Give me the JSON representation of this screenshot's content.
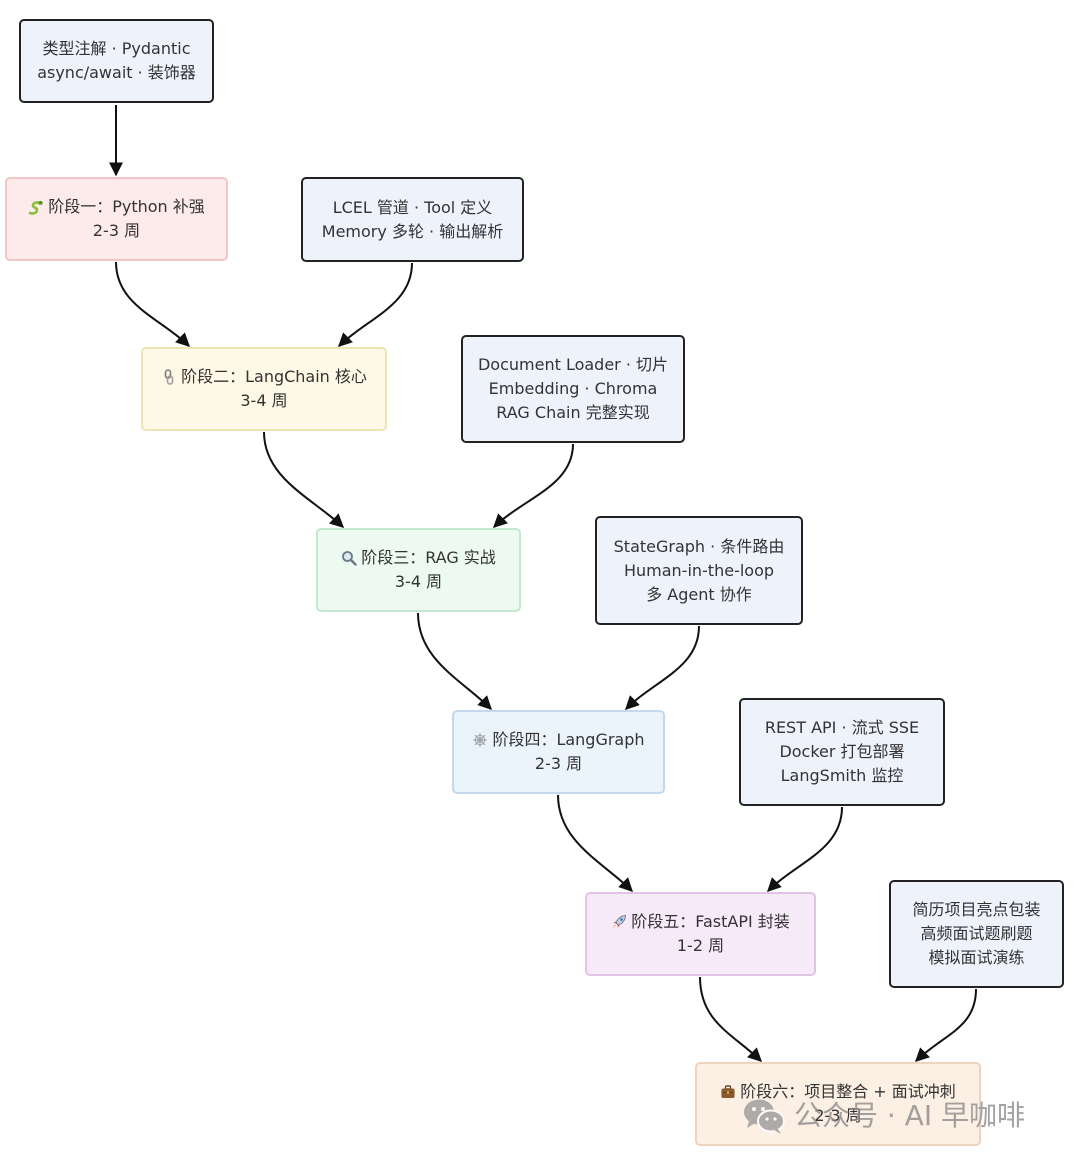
{
  "stages": [
    {
      "icon": "snake-icon",
      "title": "阶段一：Python 补强",
      "duration": "2-3 周",
      "topics": [
        "类型注解 · Pydantic",
        "async/await · 装饰器"
      ],
      "fill": "#fdeaea",
      "border": "#f3c6c5"
    },
    {
      "icon": "chain-icon",
      "title": "阶段二：LangChain 核心",
      "duration": "3-4 周",
      "topics": [
        "LCEL 管道 · Tool 定义",
        "Memory 多轮 · 输出解析"
      ],
      "fill": "#fef9e6",
      "border": "#efe3b6"
    },
    {
      "icon": "magnifier-icon",
      "title": "阶段三：RAG 实战",
      "duration": "3-4 周",
      "topics": [
        "Document Loader · 切片",
        "Embedding · Chroma",
        "RAG Chain 完整实现"
      ],
      "fill": "#ecfaf1",
      "border": "#c2e8cf"
    },
    {
      "icon": "spider-web-icon",
      "title": "阶段四：LangGraph",
      "duration": "2-3 周",
      "topics": [
        "StateGraph · 条件路由",
        "Human-in-the-loop",
        "多 Agent 协作"
      ],
      "fill": "#ebf3fb",
      "border": "#c4d7ec"
    },
    {
      "icon": "rocket-icon",
      "title": "阶段五：FastAPI 封装",
      "duration": "1-2 周",
      "topics": [
        "REST API · 流式 SSE",
        "Docker 打包部署",
        "LangSmith 监控"
      ],
      "fill": "#f7eaf8",
      "border": "#dfc4e6"
    },
    {
      "icon": "briefcase-icon",
      "title": "阶段六：项目整合 + 面试冲刺",
      "duration": "2-3 周",
      "topics": [
        "简历项目亮点包装",
        "高频面试题刷题",
        "模拟面试演练"
      ],
      "fill": "#fcefe3",
      "border": "#eed4bb"
    }
  ],
  "watermark": {
    "icon": "wechat-icon",
    "text": "公众号 · AI 早咖啡"
  },
  "colors": {
    "topic_fill": "#eef2fb",
    "topic_border": "#222222",
    "arrow": "#111111",
    "text": "#333333",
    "watermark": "#8c8c8c"
  }
}
